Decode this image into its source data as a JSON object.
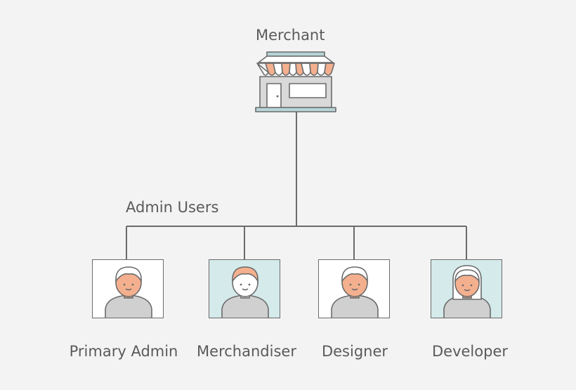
{
  "merchant": {
    "label": "Merchant",
    "icon": "storefront-icon"
  },
  "admin_users": {
    "label": "Admin Users"
  },
  "roles": [
    {
      "label": "Primary Admin",
      "card_color": "#ffffff",
      "face": "peach",
      "hair": "white-short"
    },
    {
      "label": "Merchandiser",
      "card_color": "#d5eaea",
      "face": "white",
      "hair": "peach-short"
    },
    {
      "label": "Designer",
      "card_color": "#ffffff",
      "face": "peach",
      "hair": "white-short"
    },
    {
      "label": "Developer",
      "card_color": "#d5eaea",
      "face": "peach",
      "hair": "white-long"
    }
  ],
  "colors": {
    "background": "#f3f3f3",
    "line": "#6b6b6b",
    "peach": "#f4b08e",
    "teal_card": "#d5eaea",
    "store_gray": "#d9d9d9",
    "store_base": "#b7d4d6",
    "body_gray": "#d0d0d0"
  }
}
